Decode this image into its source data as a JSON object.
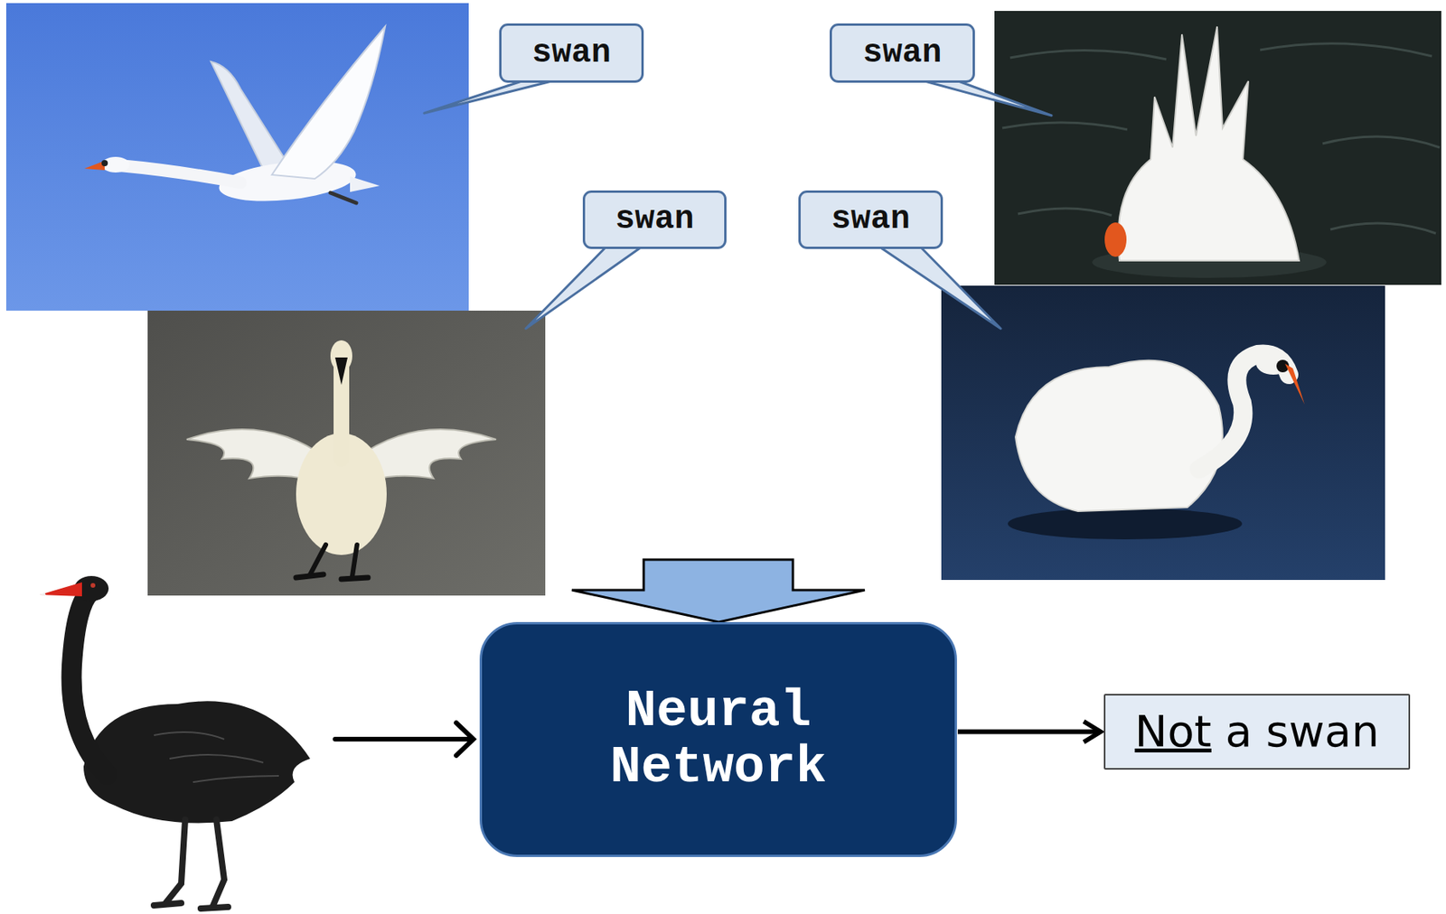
{
  "diagram": {
    "nodes": [
      {
        "text": [
          "swan"
        ]
      },
      {
        "text": [
          "swan"
        ]
      },
      {
        "text": [
          "swan"
        ]
      },
      {
        "text": [
          "swan"
        ]
      },
      {
        "text": [
          "Neural Network"
        ]
      },
      {
        "text": [
          "Not a swan"
        ]
      }
    ],
    "edges": [
      {
        "from": 4,
        "to": 5,
        "arrow": "to"
      }
    ]
  }
}
